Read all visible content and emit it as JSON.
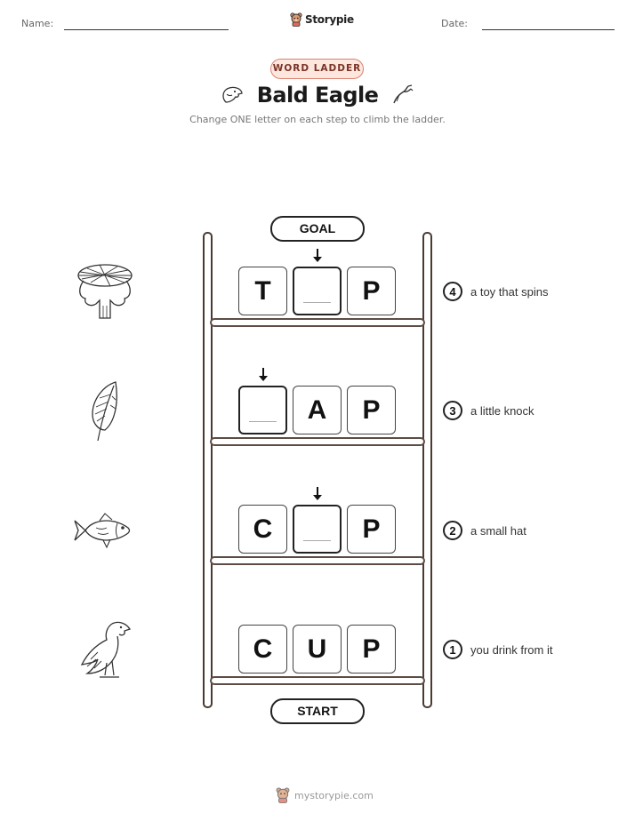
{
  "header": {
    "name_label": "Name:",
    "date_label": "Date:",
    "brand": "Storypie"
  },
  "badge": "WORD LADDER",
  "title": "Bald Eagle",
  "subtitle": "Change ONE letter on each step to climb the ladder.",
  "goal_label": "GOAL",
  "start_label": "START",
  "rows": [
    {
      "step": "4",
      "letters": [
        "T",
        "",
        "P"
      ],
      "clue": "a toy that spins",
      "picture": "nest-icon"
    },
    {
      "step": "3",
      "letters": [
        "",
        "A",
        "P"
      ],
      "clue": "a little knock",
      "picture": "feather-icon"
    },
    {
      "step": "2",
      "letters": [
        "C",
        "",
        "P"
      ],
      "clue": "a small hat",
      "picture": "fish-icon"
    },
    {
      "step": "1",
      "letters": [
        "C",
        "U",
        "P"
      ],
      "clue": "you drink from it",
      "picture": "eagle-icon"
    }
  ],
  "footer": "mystorypie.com",
  "colors": {
    "badge_border": "#d9826f",
    "badge_fill": "#fde6de",
    "rail": "#4a3a33"
  }
}
